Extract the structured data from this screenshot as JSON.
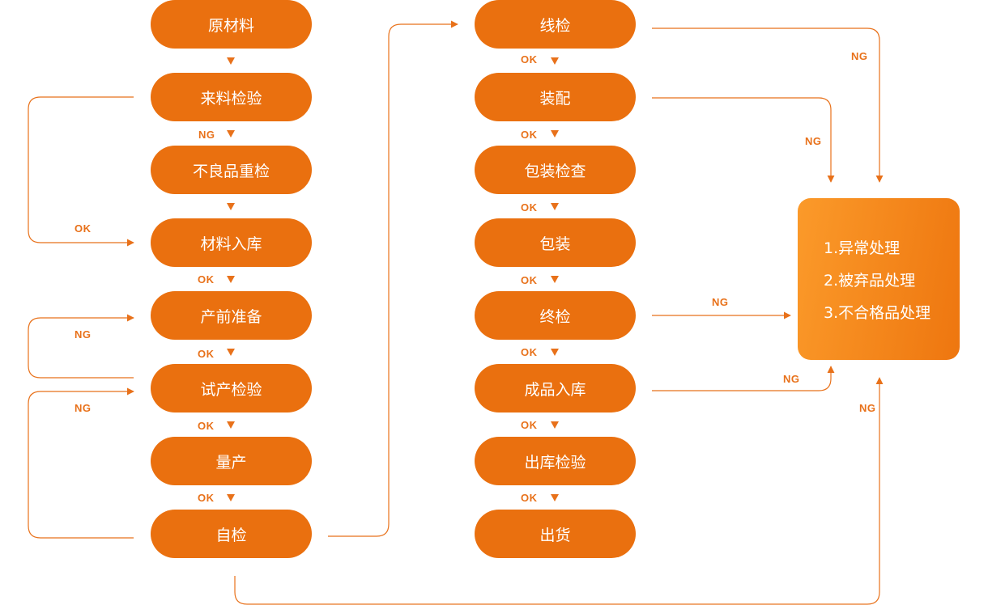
{
  "colors": {
    "node": "#ea700f",
    "line": "#e8711a",
    "box_start": "#fb9a2a",
    "box_end": "#ee760f"
  },
  "left_column": [
    "原材料",
    "来料检验",
    "不良品重检",
    "材料入库",
    "产前准备",
    "试产检验",
    "量产",
    "自检"
  ],
  "left_flow_labels": [
    "",
    "NG",
    "",
    "OK",
    "OK",
    "OK",
    "OK"
  ],
  "middle_column": [
    "线检",
    "装配",
    "包装检查",
    "包装",
    "终检",
    "成品入库",
    "出库检验",
    "出货"
  ],
  "middle_flow_labels": [
    "OK",
    "OK",
    "OK",
    "OK",
    "OK",
    "OK",
    "OK"
  ],
  "loop_labels": {
    "incoming_ok": "OK",
    "trial_ng": "NG",
    "self_check_ng": "NG"
  },
  "to_result_labels": {
    "line_check": "NG",
    "assembly": "NG",
    "final_check": "NG",
    "warehouse": "NG",
    "self_check": "NG"
  },
  "result_box": {
    "items": [
      "1.异常处理",
      "2.被弃品处理",
      "3.不合格品处理"
    ]
  }
}
